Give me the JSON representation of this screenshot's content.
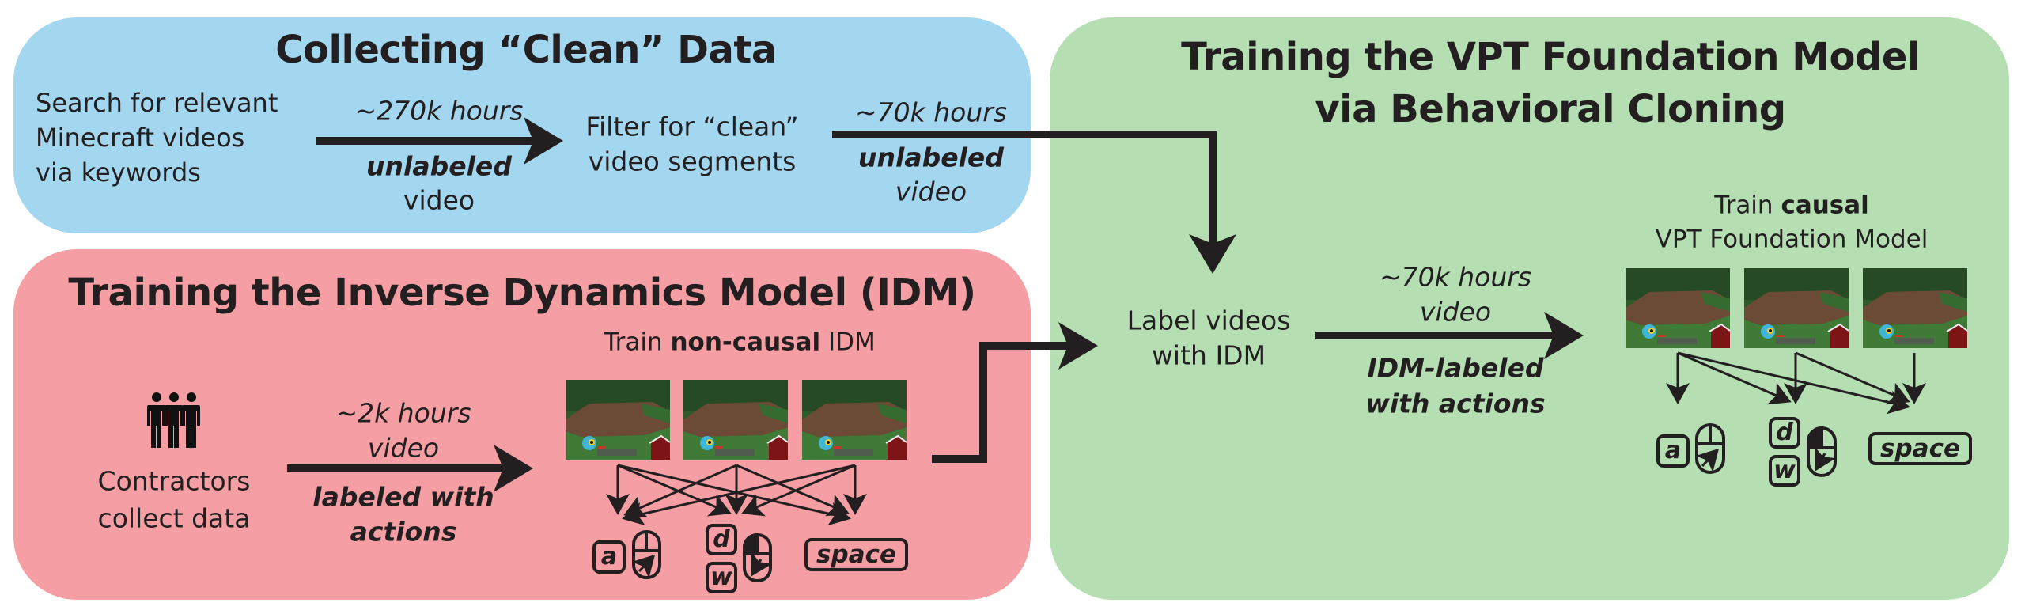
{
  "colors": {
    "collect_panel": "#a3d7f0",
    "idm_panel": "#f59ea3",
    "vpt_panel": "#b5dfb3",
    "ink": "#231f20"
  },
  "collect": {
    "title": "Collecting “Clean” Data",
    "search_lines": [
      "Search for relevant",
      "Minecraft videos",
      "via keywords"
    ],
    "arrow1": {
      "top": "~270k hours",
      "bottom_bold": "unlabeled",
      "bottom": "video"
    },
    "filter_lines": [
      "Filter for “clean”",
      "video segments"
    ],
    "arrow2": {
      "top": "~70k hours",
      "bottom_bold": "unlabeled",
      "bottom": "video"
    }
  },
  "idm": {
    "title": "Training the Inverse Dynamics Model (IDM)",
    "contractors_icon": "people-icon",
    "contractors_lines": [
      "Contractors",
      "collect data"
    ],
    "arrow": {
      "top1": "~2k hours",
      "top2": "video",
      "bottom1": "labeled with",
      "bottom2": "actions"
    },
    "train_prefix": "Train ",
    "train_bold": "non-causal",
    "train_suffix": " IDM",
    "frames": [
      "minecraft-frame-1",
      "minecraft-frame-2",
      "minecraft-frame-3"
    ],
    "actions": {
      "key_a": "a",
      "key_d": "d",
      "key_w": "w",
      "key_space": "space"
    }
  },
  "vpt": {
    "title_line1": "Training the VPT Foundation Model",
    "title_line2": "via Behavioral Cloning",
    "label_lines": [
      "Label videos",
      "with IDM"
    ],
    "arrow": {
      "top1": "~70k hours",
      "top2": "video",
      "bottom1": "IDM-labeled",
      "bottom2": "with actions"
    },
    "train_prefix": "Train ",
    "train_bold": "causal",
    "train_line2": "VPT Foundation Model",
    "frames": [
      "minecraft-frame-1",
      "minecraft-frame-2",
      "minecraft-frame-3"
    ],
    "actions": {
      "key_a": "a",
      "key_d": "d",
      "key_w": "w",
      "key_space": "space"
    }
  }
}
